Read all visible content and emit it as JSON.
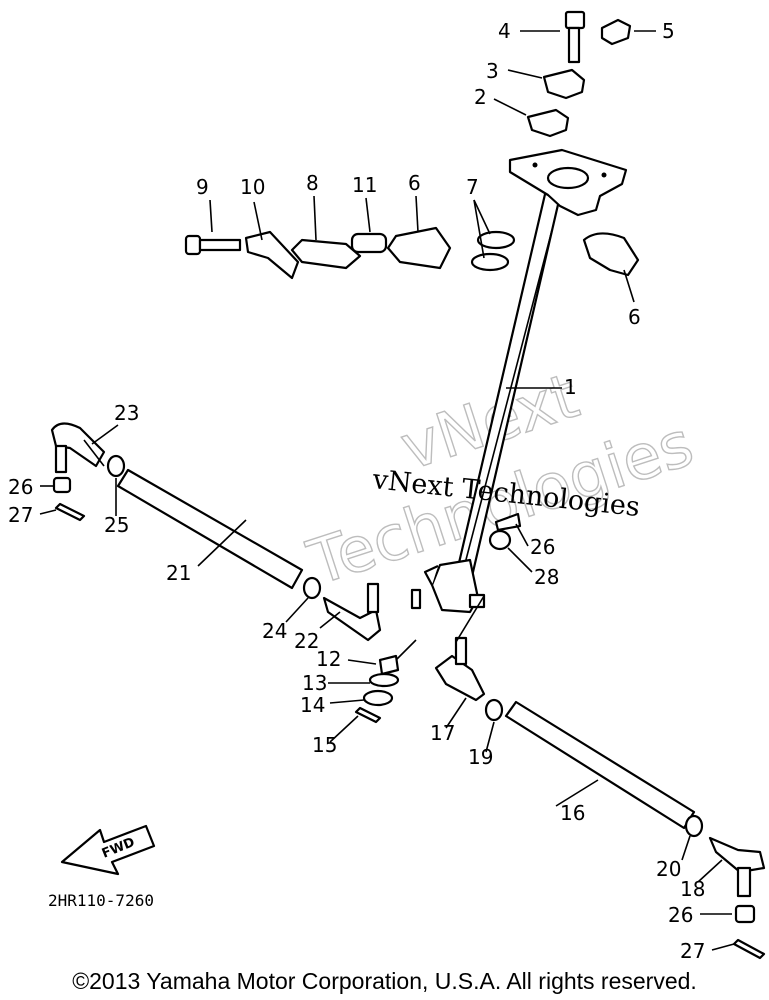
{
  "diagram": {
    "part_number_code": "2HR110-7260",
    "fwd_label": "FWD",
    "callouts": [
      "1",
      "2",
      "3",
      "4",
      "5",
      "6",
      "6",
      "7",
      "8",
      "9",
      "10",
      "11",
      "12",
      "13",
      "14",
      "15",
      "16",
      "17",
      "18",
      "19",
      "20",
      "21",
      "22",
      "23",
      "24",
      "25",
      "26",
      "26",
      "26",
      "27",
      "27",
      "28"
    ],
    "labels": {
      "c1": "1",
      "c2": "2",
      "c3": "3",
      "c4": "4",
      "c5": "5",
      "c6a": "6",
      "c6b": "6",
      "c7": "7",
      "c8": "8",
      "c9": "9",
      "c10": "10",
      "c11": "11",
      "c12": "12",
      "c13": "13",
      "c14": "14",
      "c15": "15",
      "c16": "16",
      "c17": "17",
      "c18": "18",
      "c19": "19",
      "c20": "20",
      "c21": "21",
      "c22": "22",
      "c23": "23",
      "c24": "24",
      "c25": "25",
      "c26a": "26",
      "c26b": "26",
      "c26c": "26",
      "c27a": "27",
      "c27b": "27",
      "c28": "28"
    }
  },
  "watermark": {
    "line1": "vNext Technologies",
    "outline_a": "vNext",
    "outline_b": "Technologies"
  },
  "footer": {
    "copyright": "©2013 Yamaha Motor Corporation, U.S.A. All rights reserved."
  }
}
